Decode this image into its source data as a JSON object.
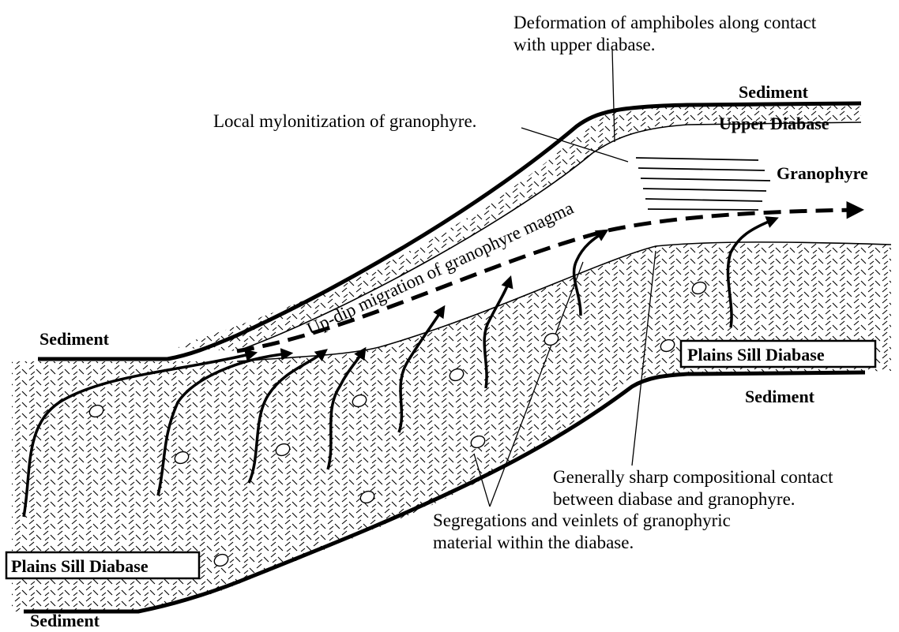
{
  "diagram": {
    "labels": {
      "deformation_note": [
        "Deformation of amphiboles along contact",
        "with upper diabase."
      ],
      "sediment_top_right": "Sediment",
      "upper_diabase": "Upper Diabase",
      "mylonitization_note": "Local mylonitization of granophyre.",
      "granophyre": "Granophyre",
      "migration_note": "Up-dip migration of granophyre magma",
      "sediment_left": "Sediment",
      "plains_sill_right": "Plains Sill Diabase",
      "sediment_right": "Sediment",
      "contact_note": [
        "Generally sharp compositional contact",
        "between diabase and granophyre."
      ],
      "segregation_note": [
        "Segregations and veinlets of granophyric",
        "material within the diabase."
      ],
      "plains_sill_left": "Plains Sill Diabase",
      "sediment_bottom": "Sediment"
    }
  }
}
